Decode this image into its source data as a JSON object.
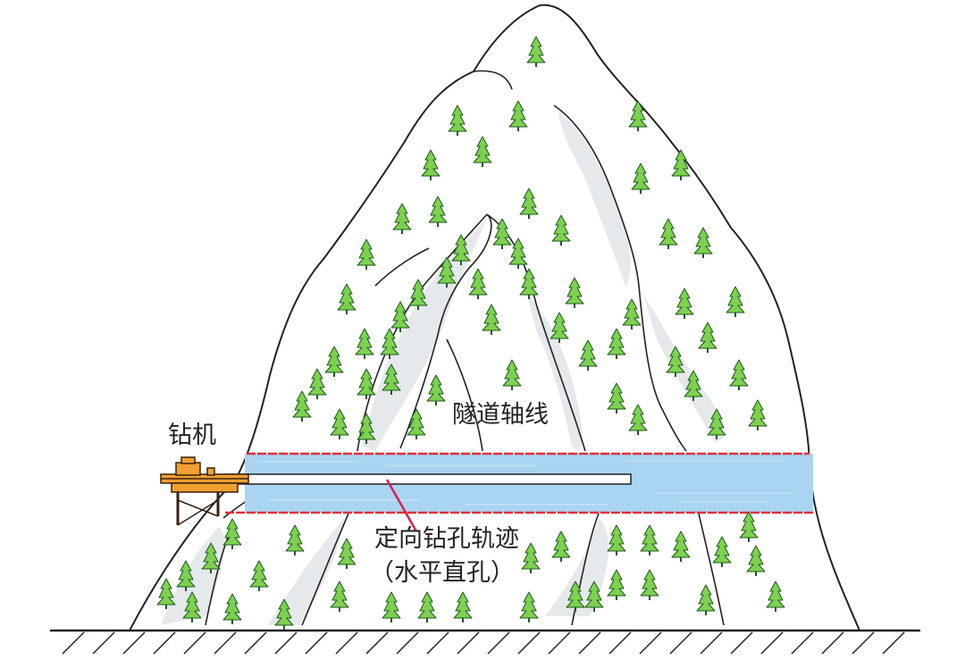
{
  "labels": {
    "drill_rig": "钻机",
    "tunnel_axis": "隧道轴线",
    "borehole_track": "定向钻孔轨迹",
    "borehole_type": "（水平直孔）"
  },
  "colors": {
    "mountain_fill": "#ffffff",
    "mountain_outline": "#222222",
    "rock_shade": "#e6e9ec",
    "tunnel_fill": "#a9d4f2",
    "tunnel_boundary": "#e0303b",
    "leader_line": "#d4234f",
    "tree_fill": "#7dd14f",
    "tree_outline": "#1f5a1f",
    "rig_body": "#f0a030",
    "rig_outline": "#3a2010"
  },
  "icons": {
    "tree": "pine-tree-icon",
    "rig": "drill-rig-icon",
    "ground": "hatched-ground"
  }
}
